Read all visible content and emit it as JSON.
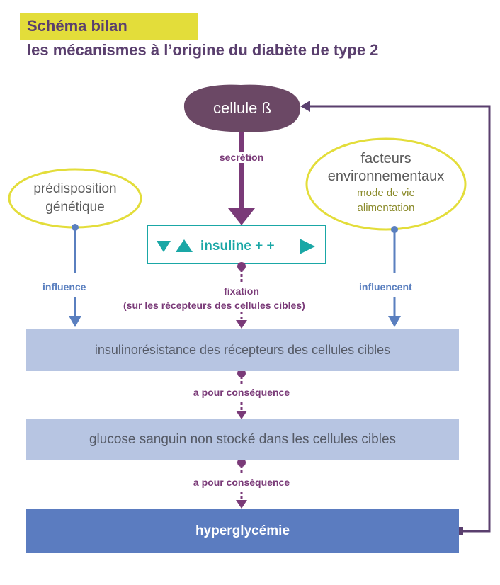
{
  "header": {
    "title": "Schéma bilan",
    "subtitle": "les mécanismes à l’origine du diabète de type 2"
  },
  "nodes": {
    "beta_cell": "cellule ß",
    "genetic": {
      "line1": "prédisposition",
      "line2": "génétique"
    },
    "environment": {
      "line1": "facteurs",
      "line2": "environnementaux",
      "line3": "mode de vie",
      "line4": "alimentation"
    },
    "insulin": "insuline + +",
    "insulin_resistance": "insulinorésistance des récepteurs des cellules cibles",
    "glucose": "glucose sanguin non stocké dans les cellules cibles",
    "hyperglycemia": "hyperglycémie"
  },
  "edges": {
    "secretion": "secrétion",
    "influence": "influence",
    "influencent": "influencent",
    "fixation": "fixation",
    "fixation_detail": "(sur les récepteurs des cellules cibles)",
    "consequence_1": "a pour conséquence",
    "consequence_2": "a pour conséquence"
  },
  "colors": {
    "purple_dark": "#6b4865",
    "purple": "#7a3a78",
    "yellow": "#e3dd3a",
    "teal": "#1aa7a6",
    "blue": "#5a7fbf",
    "light_blue": "#b7c5e2",
    "dark_blue": "#5b7cc0"
  }
}
